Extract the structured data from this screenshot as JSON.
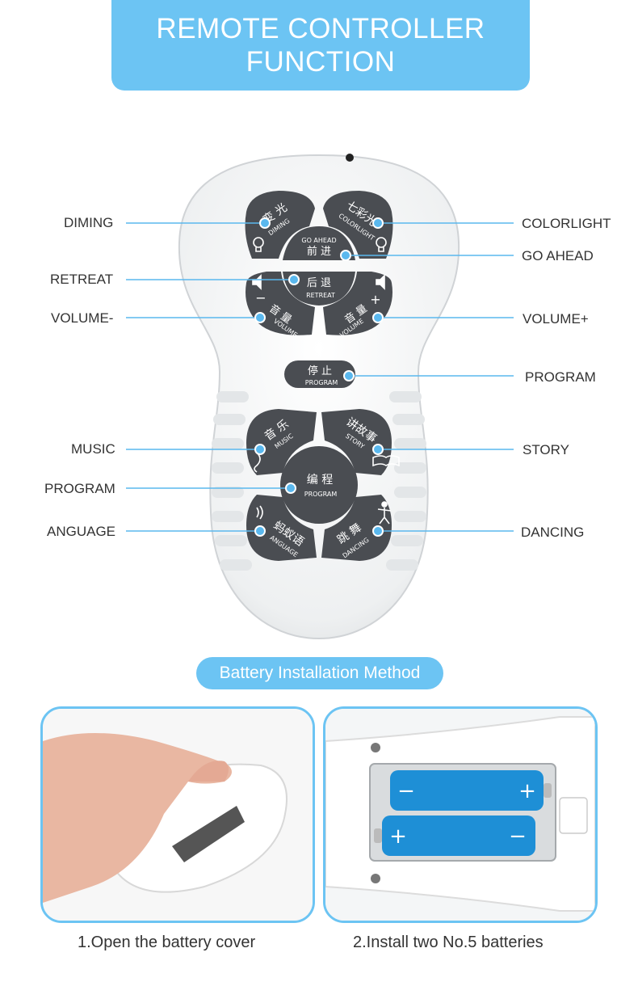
{
  "title": {
    "line1": "REMOTE CONTROLLER",
    "line2": "FUNCTION"
  },
  "labels_left": [
    {
      "key": "diming",
      "text": "DIMING"
    },
    {
      "key": "retreat",
      "text": "RETREAT"
    },
    {
      "key": "volume_minus",
      "text": "VOLUME-"
    },
    {
      "key": "music",
      "text": "MUSIC"
    },
    {
      "key": "program2",
      "text": "PROGRAM"
    },
    {
      "key": "language",
      "text": "ANGUAGE"
    }
  ],
  "labels_right": [
    {
      "key": "colorlight",
      "text": "COLORLIGHT"
    },
    {
      "key": "go_ahead",
      "text": "GO AHEAD"
    },
    {
      "key": "volume_plus",
      "text": "VOLUME+"
    },
    {
      "key": "program",
      "text": "PROGRAM"
    },
    {
      "key": "story",
      "text": "STORY"
    },
    {
      "key": "dancing",
      "text": "DANCING"
    }
  ],
  "remote_buttons": {
    "diming": {
      "cn": "变 光",
      "en": "DIMING"
    },
    "colorlight": {
      "cn": "七彩光",
      "en": "COLORLIGHT"
    },
    "go_ahead": {
      "cn": "前 进",
      "en": "GO AHEAD"
    },
    "retreat": {
      "cn": "后 退",
      "en": "RETREAT"
    },
    "volume_minus": {
      "cn": "音 量",
      "en": "VOLUME",
      "sign": "−"
    },
    "volume_plus": {
      "cn": "音 量",
      "en": "VOLUME",
      "sign": "+"
    },
    "stop": {
      "cn": "停 止",
      "en": "PROGRAM"
    },
    "music": {
      "cn": "音 乐",
      "en": "MUSIC"
    },
    "story": {
      "cn": "讲故事",
      "en": "STORY"
    },
    "program": {
      "cn": "编 程",
      "en": "PROGRAM"
    },
    "language": {
      "cn": "蚂蚁语",
      "en": "ANGUAGE"
    },
    "dancing": {
      "cn": "跳 舞",
      "en": "DANCING"
    }
  },
  "battery_section": {
    "heading": "Battery Installation Method",
    "step1": "1.Open the battery cover",
    "step2": "2.Install two No.5 batteries",
    "battery_plus": "+",
    "battery_minus": "−"
  },
  "colors": {
    "accent": "#6cc4f3",
    "line": "#5ab8ee",
    "button": "#4a4d52",
    "battery": "#1e8fd6"
  }
}
